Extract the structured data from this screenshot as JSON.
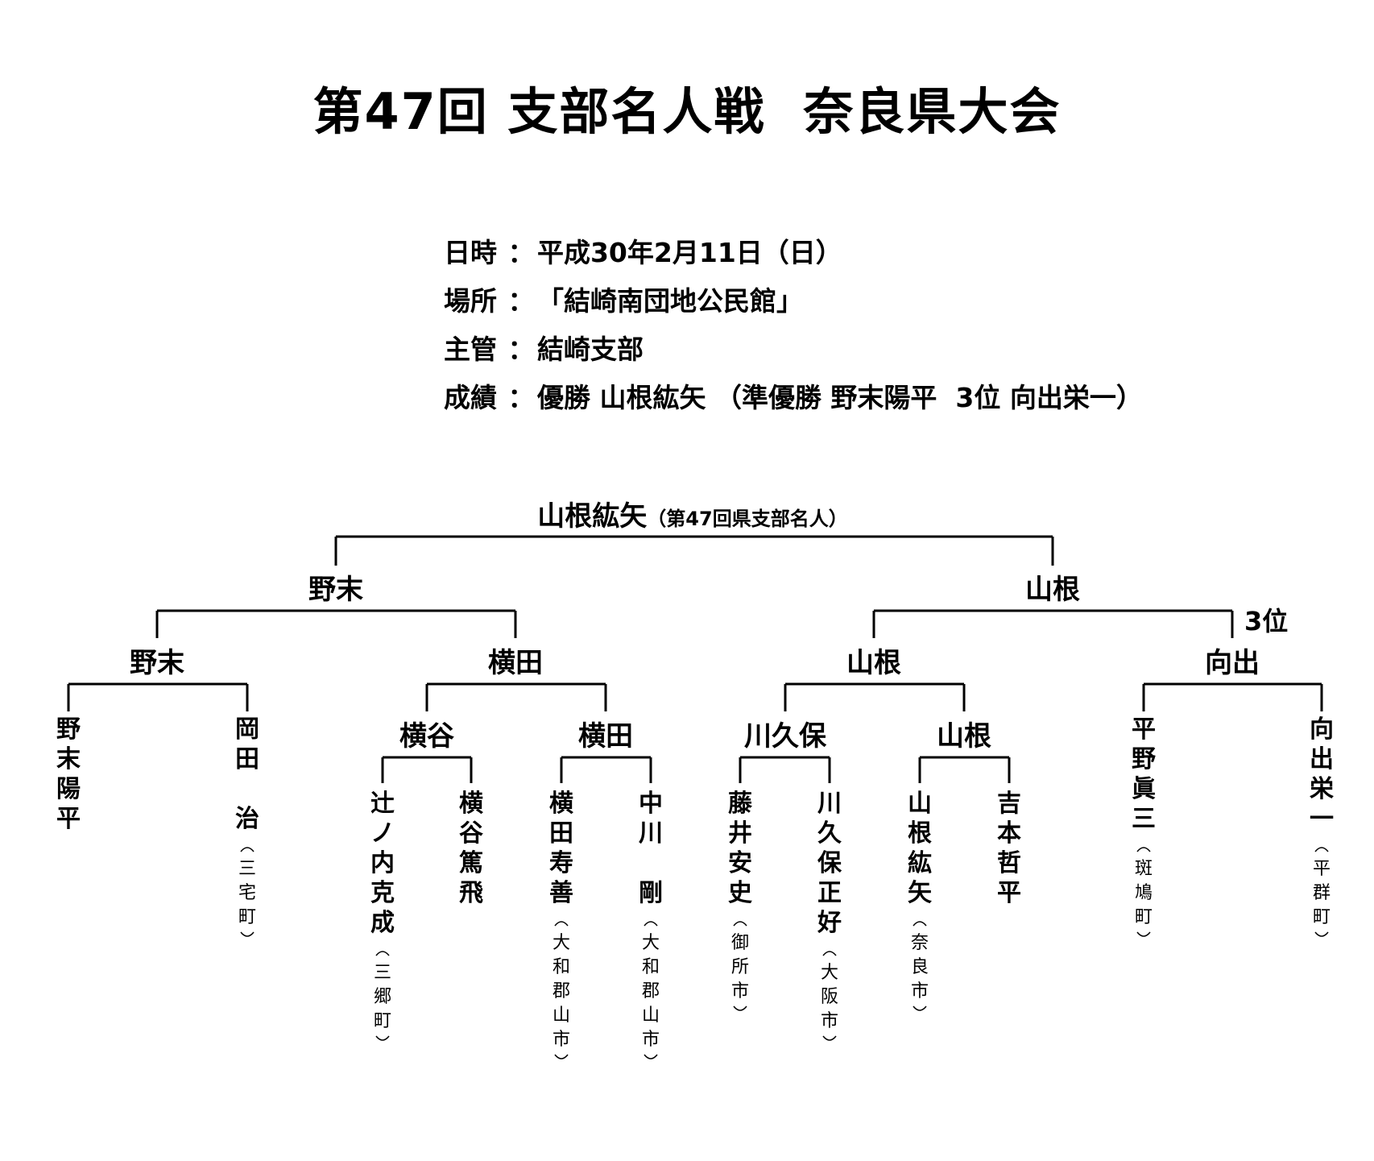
{
  "title": "第47回 支部名人戦  奈良県大会",
  "info": [
    {
      "key": "日時",
      "sep": "：",
      "value": "平成30年2月11日（日）"
    },
    {
      "key": "場所",
      "sep": "：",
      "value": "「結崎南団地公民館」"
    },
    {
      "key": "主管",
      "sep": "：",
      "value": "結崎支部"
    },
    {
      "key": "成績",
      "sep": "：",
      "value": "優勝 山根紘矢 （準優勝 野末陽平  3位 向出栄一）"
    }
  ],
  "bracket": {
    "champion": {
      "name": "山根紘矢",
      "note": "（第47回県支部名人）"
    },
    "finalists": [
      "野末",
      "山根"
    ],
    "third_place_label": "3位",
    "semifinal_winners": [
      "野末",
      "横田",
      "山根",
      "向出"
    ],
    "quarterfinal_winners": [
      "横谷",
      "横田",
      "川久保",
      "山根"
    ],
    "players": [
      {
        "name": "野末陽平",
        "origin": ""
      },
      {
        "name": "岡田　治",
        "origin": "三宅町"
      },
      {
        "name": "辻ノ内克成",
        "origin": "三郷町"
      },
      {
        "name": "横谷篤飛",
        "origin": ""
      },
      {
        "name": "横田寿善",
        "origin": "大和郡山市"
      },
      {
        "name": "中川　剛",
        "origin": "大和郡山市"
      },
      {
        "name": "藤井安史",
        "origin": "御所市"
      },
      {
        "name": "川久保正好",
        "origin": "大阪市"
      },
      {
        "name": "山根紘矢",
        "origin": "奈良市"
      },
      {
        "name": "吉本哲平",
        "origin": ""
      },
      {
        "name": "平野眞三",
        "origin": "斑鳩町"
      },
      {
        "name": "向出栄一",
        "origin": "平群町"
      }
    ]
  }
}
